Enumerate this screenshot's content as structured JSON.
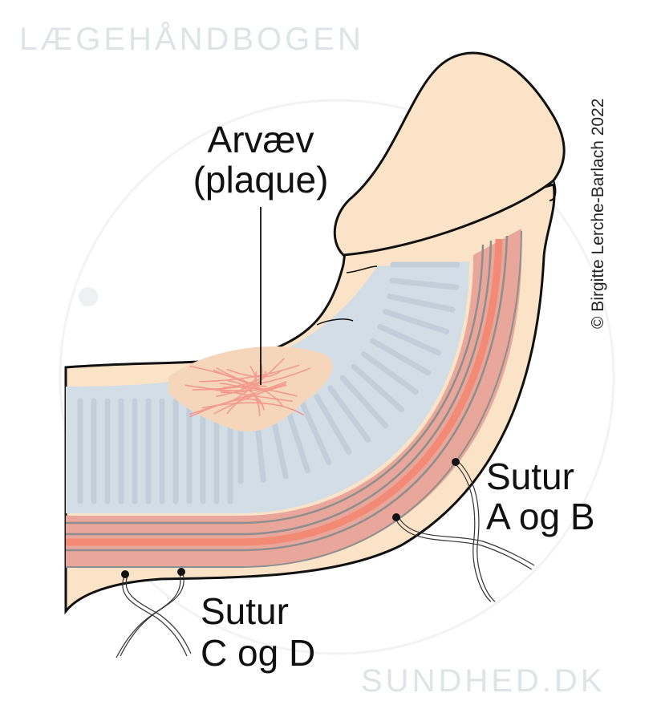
{
  "watermark": {
    "top": "LÆGEHÅNDBOGEN",
    "bottom": "SUNDHED.DK"
  },
  "copyright": "© Birgitte Lerche-Barlach 2022",
  "labels": {
    "plaque_line1": "Arvæv",
    "plaque_line2": "(plaque)",
    "suture_ab_line1": "Sutur",
    "suture_ab_line2": "A og B",
    "suture_cd_line1": "Sutur",
    "suture_cd_line2": "C og D"
  },
  "colors": {
    "skin": "#fbe3c8",
    "corpus": "#d3dde6",
    "tunica": "#e8a79a",
    "artery": "#f28a75",
    "plaque_fibers": "#f49a8d"
  }
}
